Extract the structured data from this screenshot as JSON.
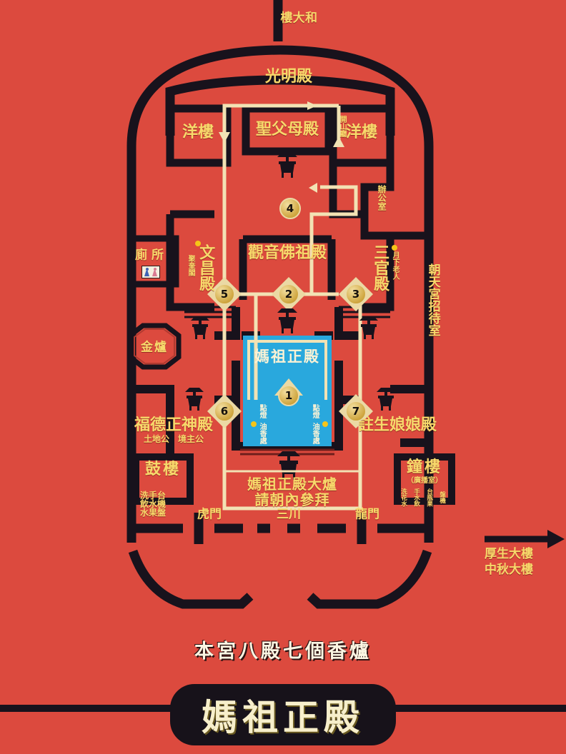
{
  "meta": {
    "colors": {
      "background_red": "#DC4A3E",
      "wall_black": "#18121C",
      "label_gold": "#F7D96B",
      "path_cream": "#F2E2B4",
      "hall_blue": "#29A8DD",
      "marker_gold": "#CFA63F"
    }
  },
  "title_banner": {
    "text": "媽祖正殿"
  },
  "subtitle": {
    "text": "本宮八殿七個香爐"
  },
  "halls": {
    "top_building": "和\n大\n樓",
    "guangming": "光明殿",
    "west_tower": "洋樓",
    "east_tower": "洋樓",
    "shengfumu": "聖父母殿",
    "kaishan": "開山廳",
    "office": "辦公室",
    "guanyin": "觀音佛祖殿",
    "wenchang": "文昌殿",
    "jukuige": "聚奎閣",
    "sanguan": "三官殿",
    "yuexia": "月下老人",
    "toilet": "廁所",
    "jinlu": "金爐",
    "fude": "福德正神殿",
    "fude_sub": "土地公　境主公",
    "drum_tower": "鼓樓",
    "bell_tower": "鐘樓",
    "bell_tower_sub": "（廣播室）",
    "zhusheng": "註生娘娘殿",
    "reception": "朝天宮招待室",
    "mazu_hall": "媽祖正殿",
    "lamp_left": "點燈",
    "oil_left": "油香處",
    "lamp_right": "點燈",
    "oil_right": "油香處"
  },
  "notice": {
    "line1": "媽祖正殿大爐",
    "line2": "請朝內參拜"
  },
  "gates": {
    "tiger": "虎門",
    "sanchuan": "三川",
    "dragon": "龍門"
  },
  "amenities": {
    "left": "洗手台\n飲水機\n水果盤",
    "right_a": "洗花水",
    "right_b": "手水飲",
    "right_c": "台瓶果",
    "right_d": "盤機"
  },
  "exit_arrow": {
    "label_line1": "厚生大樓",
    "label_line2": "中秋大樓"
  },
  "markers": [
    {
      "id": "1",
      "label": "1"
    },
    {
      "id": "2",
      "label": "2"
    },
    {
      "id": "3",
      "label": "3"
    },
    {
      "id": "4",
      "label": "4"
    },
    {
      "id": "5",
      "label": "5"
    },
    {
      "id": "6",
      "label": "6"
    },
    {
      "id": "7",
      "label": "7"
    }
  ]
}
